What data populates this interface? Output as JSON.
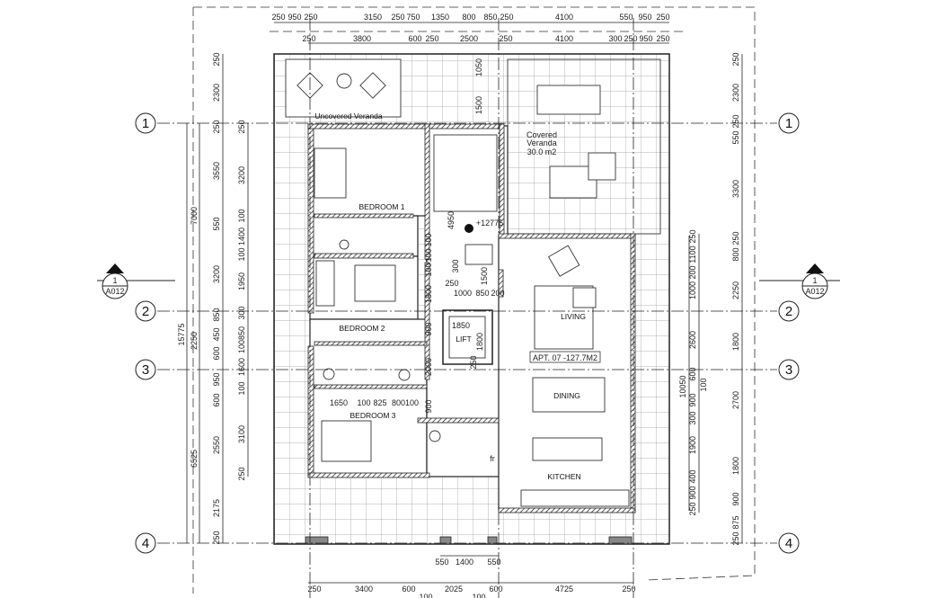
{
  "axes": {
    "labels": [
      "1",
      "2",
      "3",
      "4"
    ]
  },
  "section_markers": {
    "number": "1",
    "sheet": "A012"
  },
  "rooms": {
    "bedroom1": "BEDROOM 1",
    "bedroom2": "BEDROOM 2",
    "bedroom3": "BEDROOM 3",
    "living": "LIVING",
    "dining": "DINING",
    "kitchen": "KITCHEN",
    "lift": "LIFT",
    "uncovered_veranda": "Uncovered Veranda",
    "covered_veranda": [
      "Covered",
      "Veranda",
      "30.0 m2"
    ],
    "apartment_tag": "APT. 07 -127.7M2",
    "level": "+12775",
    "fridge": "fr"
  },
  "dimensions": {
    "top_row1": [
      "250",
      "950",
      "250",
      "3150",
      "250",
      "750",
      "1350",
      "800",
      "850",
      "250",
      "4100",
      "550",
      "950",
      "250"
    ],
    "top_row2": [
      "250",
      "3800",
      "600",
      "250",
      "2500",
      "250",
      "4100",
      "300",
      "250",
      "950",
      "250"
    ],
    "bottom_row1": [
      "550",
      "1400",
      "550"
    ],
    "bottom_row2": [
      "250",
      "3400",
      "600",
      "100",
      "2025",
      "100",
      "600",
      "4725",
      "250"
    ],
    "left_total": [
      "15775"
    ],
    "left_mid": [
      "7000",
      "2250",
      "6525"
    ],
    "left_outer": [
      "250",
      "2300",
      "250",
      "3550",
      "550",
      "3200",
      "850",
      "450",
      "600",
      "950",
      "600",
      "2550",
      "2175",
      "250"
    ],
    "left_inner": [
      "250",
      "3200",
      "100",
      "1400",
      "100",
      "1950",
      "300",
      "100850",
      "1600",
      "100",
      "3100",
      "250"
    ],
    "right_inner": [
      "250",
      "1100",
      "200",
      "1000",
      "2600",
      "600",
      "100",
      "900",
      "300",
      "1900",
      "400",
      "900",
      "250"
    ],
    "right_total": [
      "10050"
    ],
    "right_outer": [
      "250",
      "2300",
      "250",
      "550",
      "3300",
      "250",
      "800",
      "2250",
      "1800",
      "2700",
      "1800",
      "900",
      "875",
      "250"
    ],
    "interior": [
      "4950",
      "1850",
      "1800",
      "250",
      "1000",
      "850",
      "250",
      "200",
      "1500",
      "1650",
      "100",
      "825",
      "800100",
      "1800",
      "100",
      "100",
      "100",
      "900",
      "2000",
      "900",
      "300",
      "1050",
      "1500"
    ]
  }
}
